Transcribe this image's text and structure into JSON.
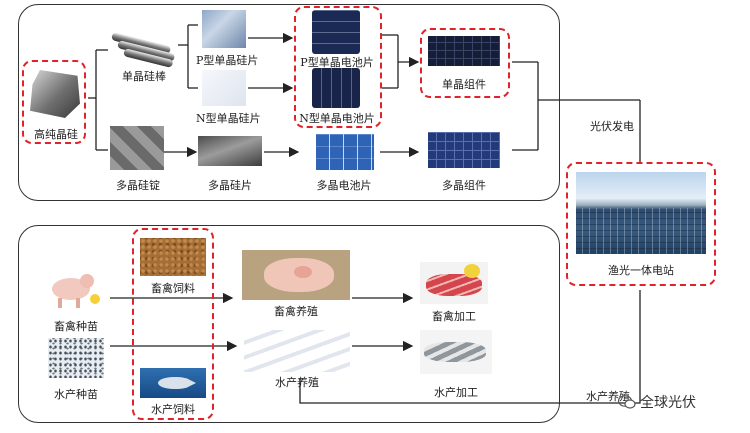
{
  "top": {
    "highpurity_si": "高纯晶硅",
    "mono_rod": "单晶硅棒",
    "p_wafer": "P型单晶硅片",
    "n_wafer": "N型单晶硅片",
    "p_cell": "P型单晶电池片",
    "n_cell": "N型单晶电池片",
    "mono_module": "单晶组件",
    "poly_ingot": "多晶硅锭",
    "poly_wafer": "多晶硅片",
    "poly_cell": "多晶电池片",
    "poly_module": "多晶组件"
  },
  "right": {
    "pv_power": "光伏发电",
    "station": "渔光一体电站",
    "aquaculture_label": "水产养殖"
  },
  "bottom": {
    "livestock_feed": "畜禽饲料",
    "livestock_seed": "畜禽种苗",
    "livestock_farming": "畜禽养殖",
    "livestock_processing": "畜禽加工",
    "aqua_seed": "水产种苗",
    "aqua_feed": "水产饲料",
    "aqua_farming": "水产养殖",
    "aqua_processing": "水产加工"
  },
  "watermark": "全球光伏",
  "colors": {
    "highlight": "#e0222a",
    "frame": "#333333",
    "cell_blue": "#1b2a55"
  }
}
